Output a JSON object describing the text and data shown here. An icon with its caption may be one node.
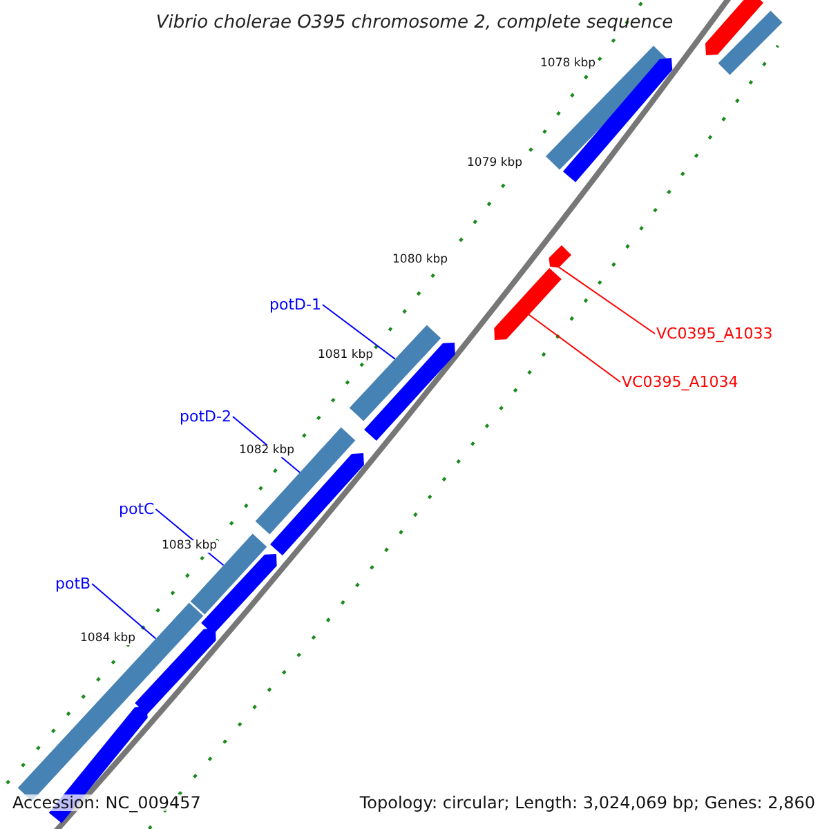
{
  "diagram": {
    "title": "Vibrio cholerae O395 chromosome 2, complete sequence",
    "nodes": [
      {
        "text": [
          "potD-1"
        ]
      },
      {
        "text": [
          "potD-2"
        ]
      },
      {
        "text": [
          "potC"
        ]
      },
      {
        "text": [
          "potB"
        ]
      },
      {
        "text": [
          "VC0395_A1033"
        ]
      },
      {
        "text": [
          "VC0395_A1034"
        ]
      },
      {
        "text": [],
        "shape": "bar"
      },
      {
        "text": [],
        "shape": "bar"
      },
      {
        "text": [],
        "shape": "bar"
      },
      {
        "text": [],
        "shape": "bar"
      },
      {
        "text": [],
        "shape": "bar"
      },
      {
        "text": [],
        "shape": "bar"
      },
      {
        "text": [],
        "shape": "bar"
      },
      {
        "text": [],
        "shape": "bar"
      },
      {
        "text": [],
        "shape": "bar"
      },
      {
        "text": [],
        "shape": "bar"
      },
      {
        "text": [],
        "shape": "bar"
      },
      {
        "text": [],
        "shape": "bar"
      },
      {
        "text": [],
        "shape": "bar"
      },
      {
        "text": [],
        "shape": "bar"
      },
      {
        "text": [],
        "shape": "bar"
      }
    ],
    "edges": [
      {
        "from": 0,
        "to": 6,
        "arrow": "none"
      },
      {
        "from": 1,
        "to": 7,
        "arrow": "none"
      },
      {
        "from": 2,
        "to": 8,
        "arrow": "none"
      },
      {
        "from": 3,
        "to": 9,
        "arrow": "none"
      },
      {
        "from": 4,
        "to": 10,
        "arrow": "none",
        "color": "#ff0000"
      },
      {
        "from": 5,
        "to": 11,
        "arrow": "none",
        "color": "#ff0000"
      }
    ],
    "labels": [
      "1078 kbp",
      "1079 kbp",
      "1080 kbp",
      "1081 kbp",
      "1082 kbp",
      "1083 kbp",
      "1084 kbp",
      "Accession: NC_009457",
      "Topology: circular; Length: 3,024,069 bp; Genes: 2,860"
    ]
  }
}
